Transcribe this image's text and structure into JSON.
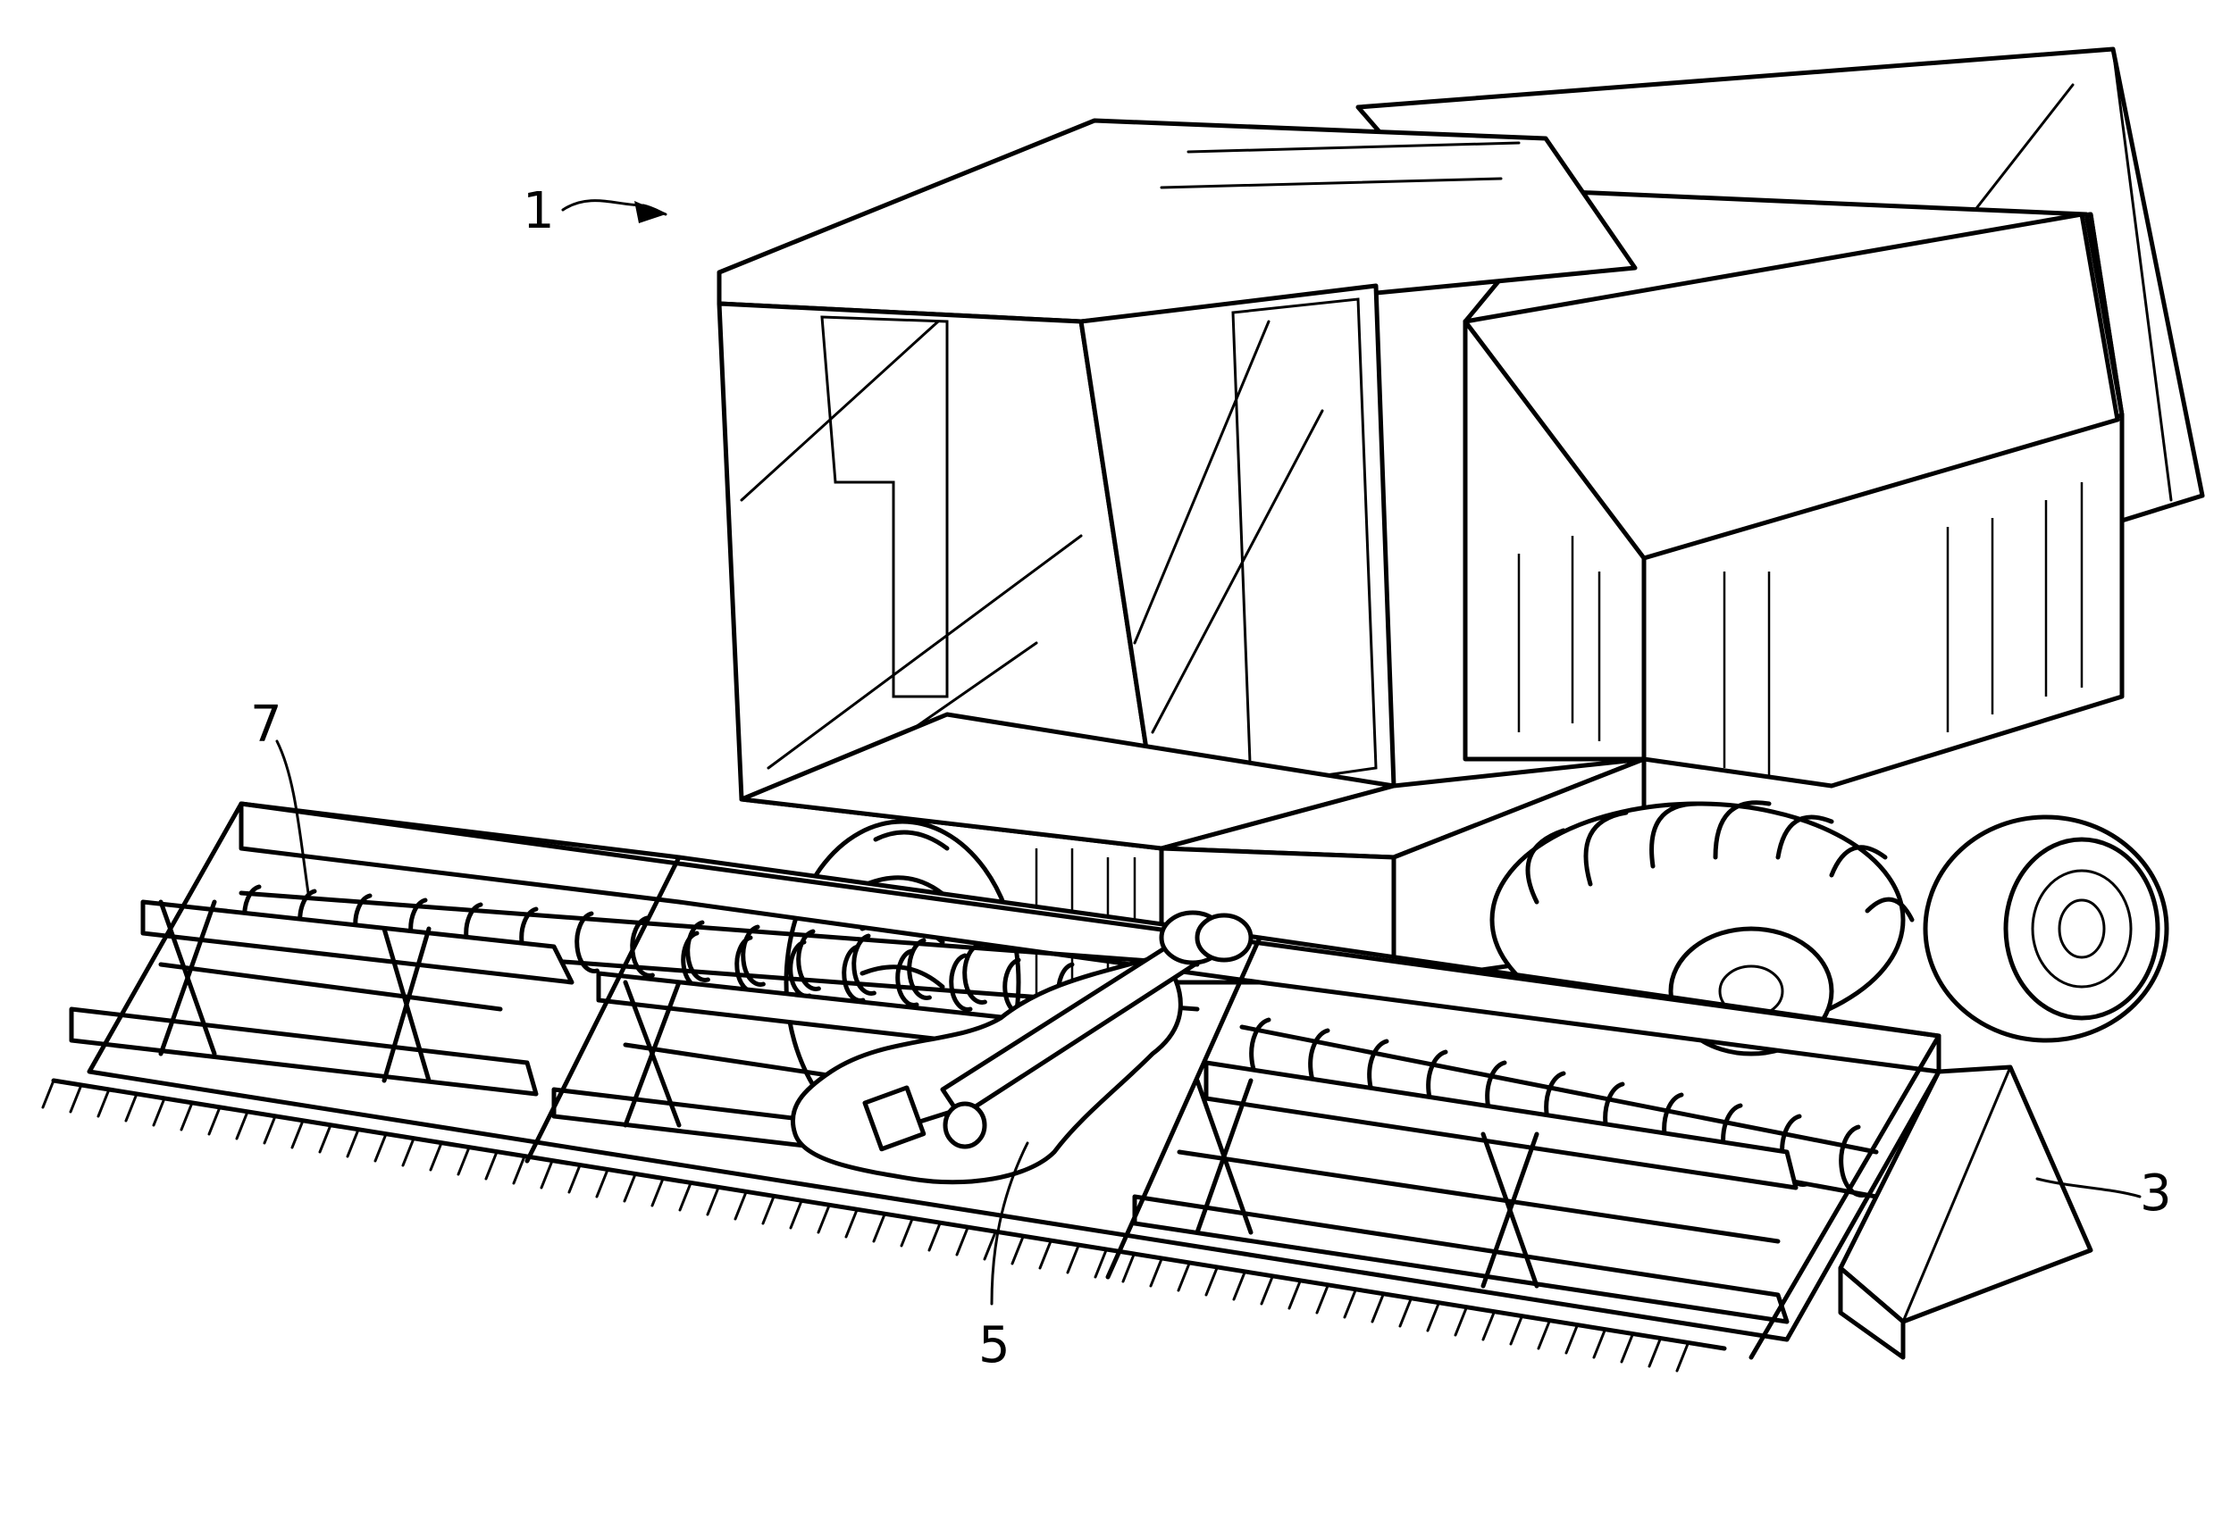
{
  "figure": {
    "reference_labels": [
      {
        "id": "ref-1",
        "text": "1"
      },
      {
        "id": "ref-3",
        "text": "3"
      },
      {
        "id": "ref-5",
        "text": "5"
      },
      {
        "id": "ref-7",
        "text": "7"
      }
    ]
  },
  "colors": {
    "ink": "#000000",
    "background": "#ffffff"
  }
}
